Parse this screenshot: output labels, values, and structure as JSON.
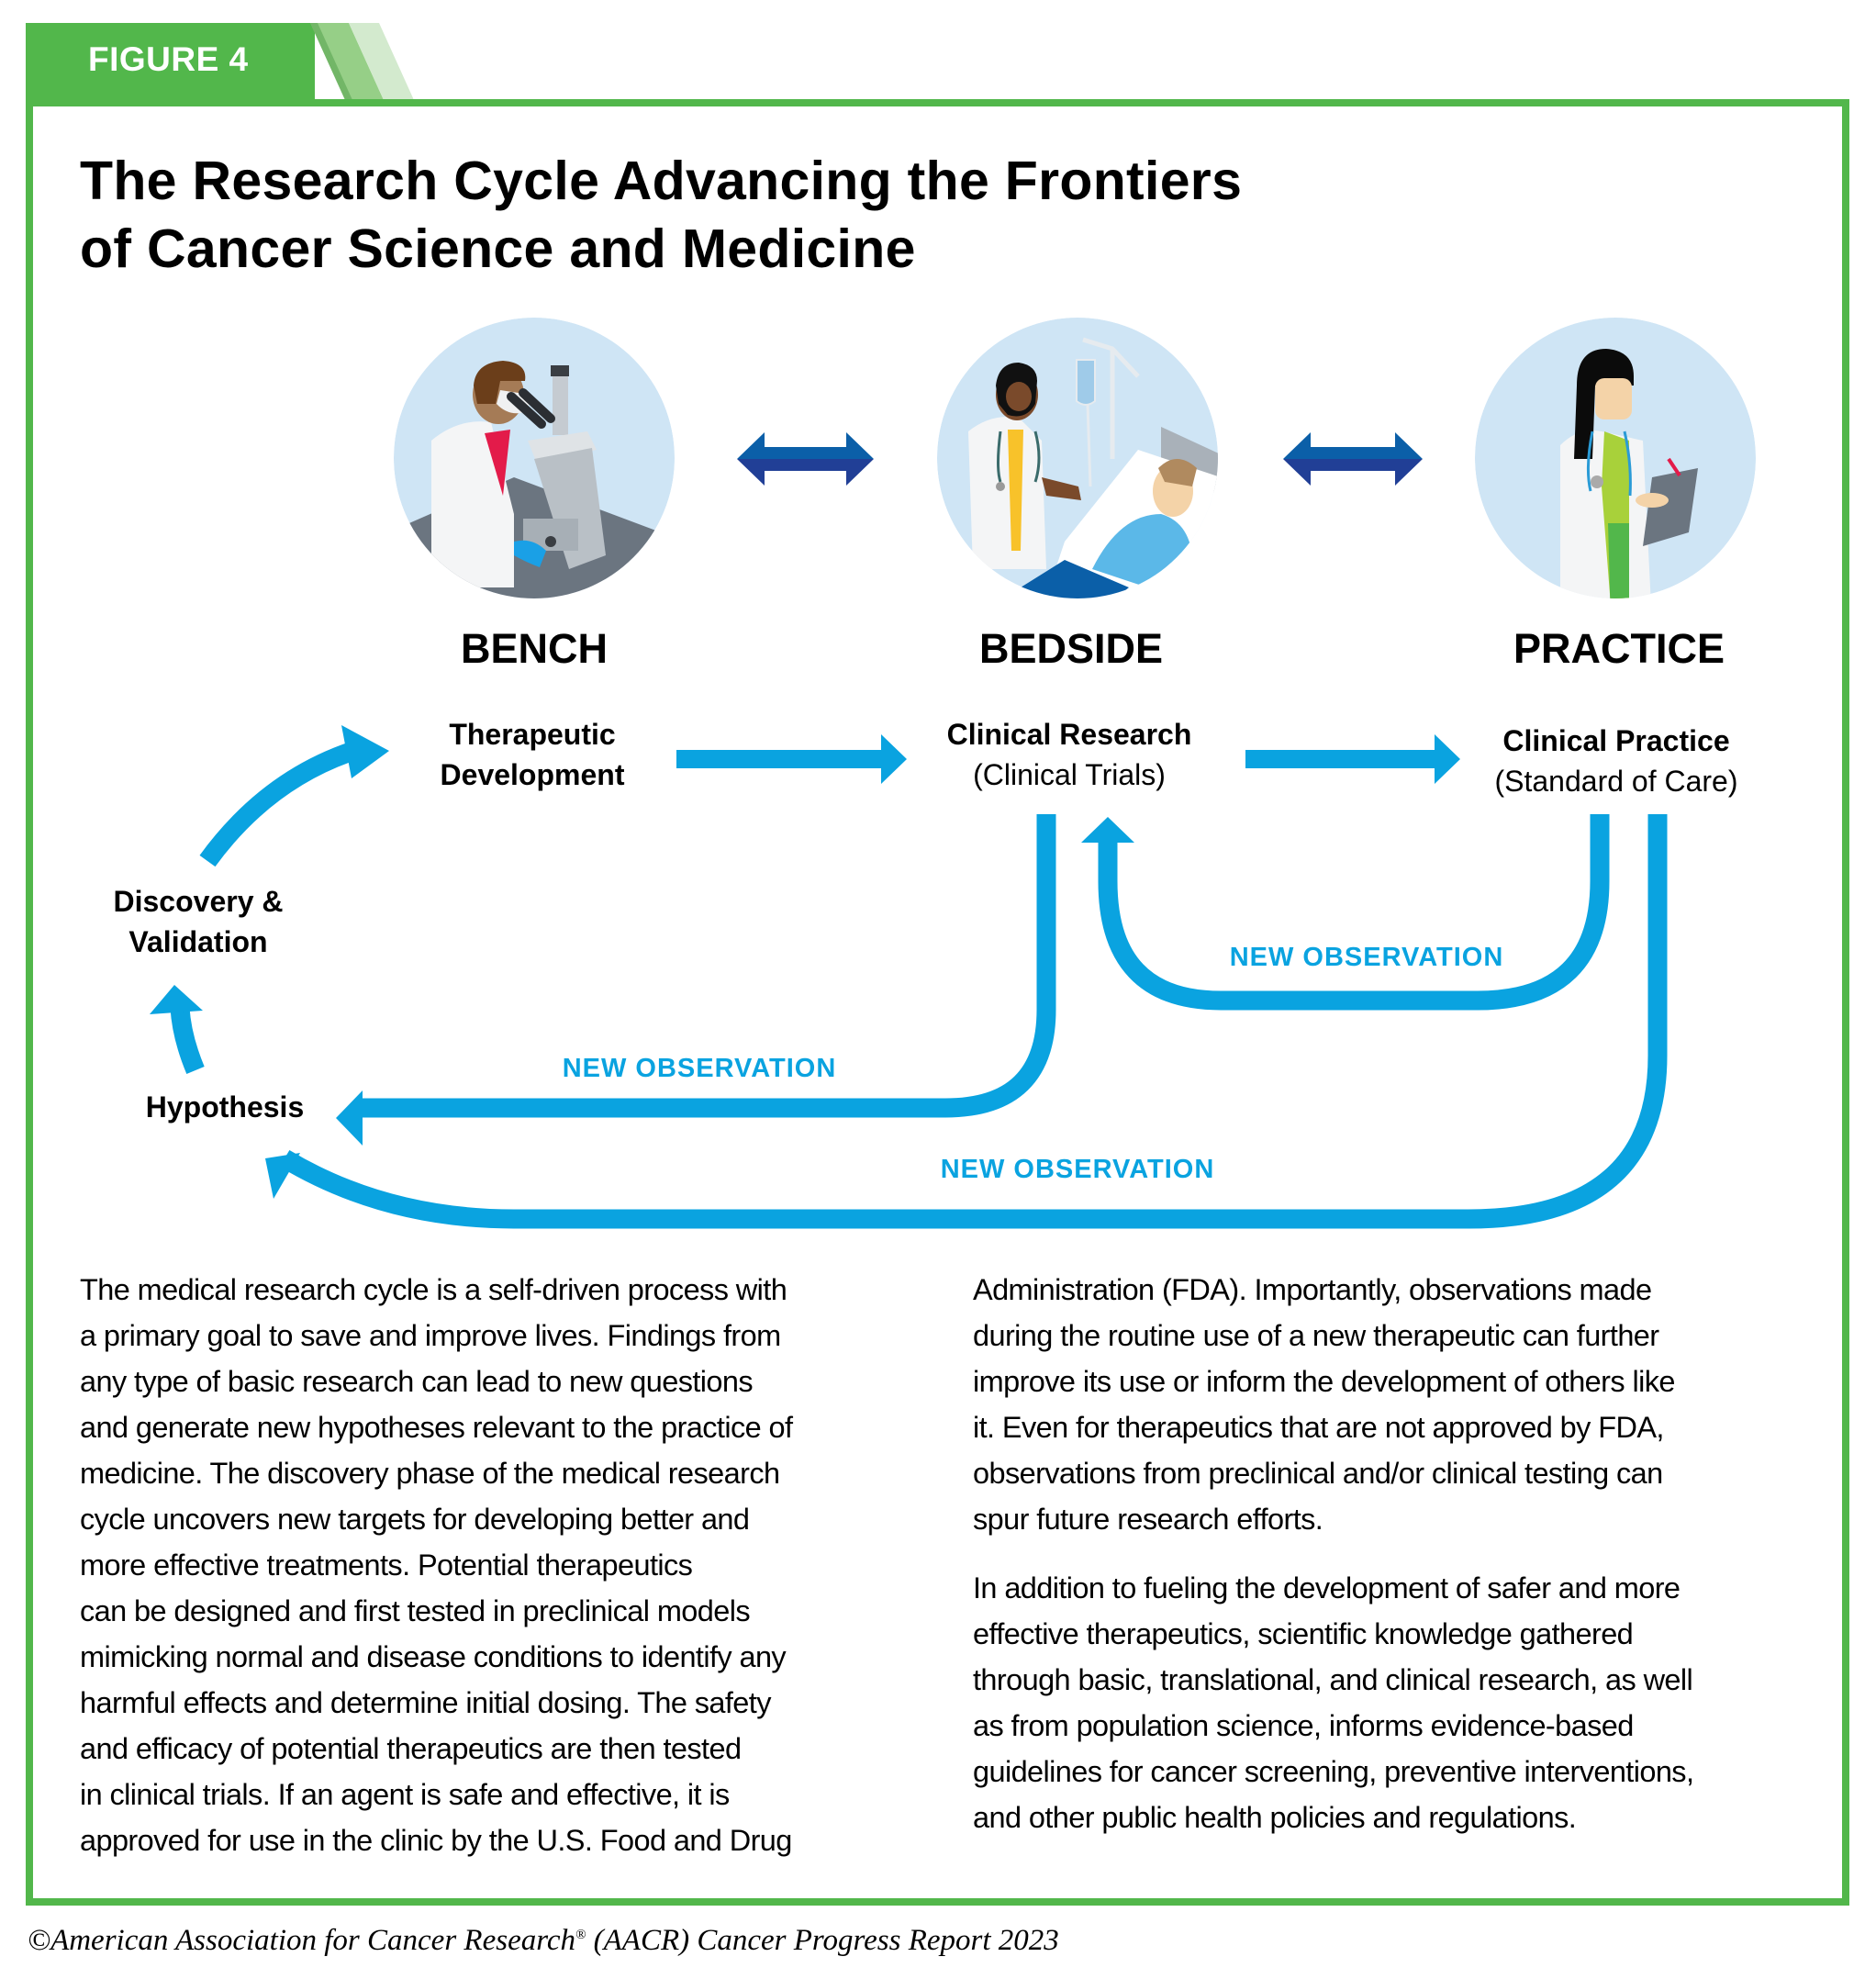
{
  "figure_label": "FIGURE 4",
  "title_lines": [
    "The Research Cycle Advancing the Frontiers",
    "of Cancer Science and Medicine"
  ],
  "colors": {
    "brand_green": "#52b74b",
    "arrow_blue": "#0aa3e0",
    "double_arrow_top": "#0b5fa8",
    "double_arrow_bottom": "#213f96",
    "circle_bg": "#cfe5f5"
  },
  "stages": [
    {
      "name": "BENCH",
      "illustration": "scientist-with-microscope"
    },
    {
      "name": "BEDSIDE",
      "illustration": "doctor-with-patient-in-bed"
    },
    {
      "name": "PRACTICE",
      "illustration": "doctor-with-clipboard"
    }
  ],
  "nodes": {
    "therapeutic": [
      "Therapeutic",
      "Development"
    ],
    "clinical_research": {
      "title": "Clinical Research",
      "subtitle": "(Clinical Trials)"
    },
    "clinical_practice": {
      "title": "Clinical Practice",
      "subtitle": "(Standard of Care)"
    },
    "discovery": [
      "Discovery &",
      "Validation"
    ],
    "hypothesis": "Hypothesis"
  },
  "observation_labels": [
    "NEW OBSERVATION",
    "NEW OBSERVATION",
    "NEW OBSERVATION"
  ],
  "body": {
    "left_lines": [
      "The medical research cycle is a self-driven process with",
      "a primary goal to save and improve lives. Findings from",
      "any type of basic research can lead to new questions",
      "and generate new hypotheses relevant to the practice of",
      "medicine. The discovery phase of the medical research",
      "cycle uncovers new targets for developing better and",
      "more effective treatments. Potential therapeutics",
      "can be designed and first tested in preclinical models",
      "mimicking normal and disease conditions to identify any",
      "harmful effects and determine initial dosing. The safety",
      "and efficacy of potential therapeutics are then tested",
      "in clinical trials. If an agent is safe and effective, it is",
      "approved for use in the clinic by the U.S. Food and Drug"
    ],
    "right_para1_lines": [
      "Administration (FDA). Importantly, observations made",
      "during the routine use of a new therapeutic can further",
      "improve its use or inform the development of others like",
      "it. Even for therapeutics that are not approved by FDA,",
      "observations from preclinical and/or clinical testing can",
      "spur future research efforts."
    ],
    "right_para2_lines": [
      "In addition to fueling the development of safer and more",
      "effective therapeutics, scientific knowledge gathered",
      "through basic, translational, and clinical research, as well",
      "as from population science, informs evidence-based",
      "guidelines for cancer screening, preventive interventions,",
      "and other public health policies and regulations."
    ]
  },
  "footer": {
    "prefix": "©American Association for Cancer Research",
    "reg_mark": "®",
    "suffix": " (AACR) Cancer Progress Report 2023"
  }
}
